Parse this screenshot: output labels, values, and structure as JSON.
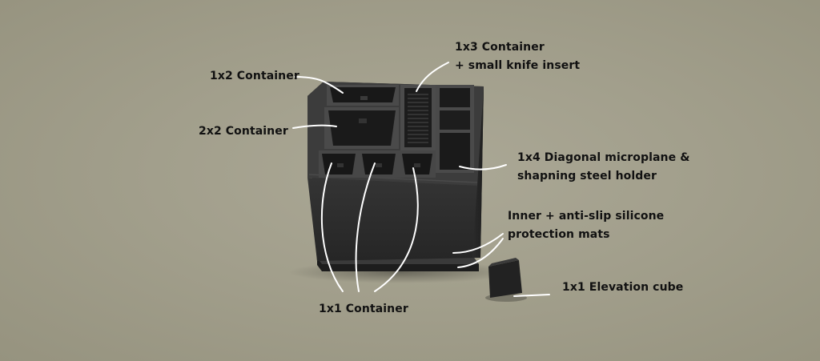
{
  "callouts": {
    "c1x2": {
      "text": "1x2 Container"
    },
    "c2x2": {
      "text": "2x2 Container"
    },
    "c1x3": {
      "line1": "1x3 Container",
      "line2": "+ small knife insert"
    },
    "c1x4": {
      "line1": "1x4 Diagonal microplane &",
      "line2": "shapning steel holder"
    },
    "inner": {
      "line1": "Inner + anti-slip silicone",
      "line2": "protection mats"
    },
    "c1x1": {
      "text": "1x1 Container"
    },
    "cube": {
      "text": "1x1 Elevation cube"
    }
  }
}
